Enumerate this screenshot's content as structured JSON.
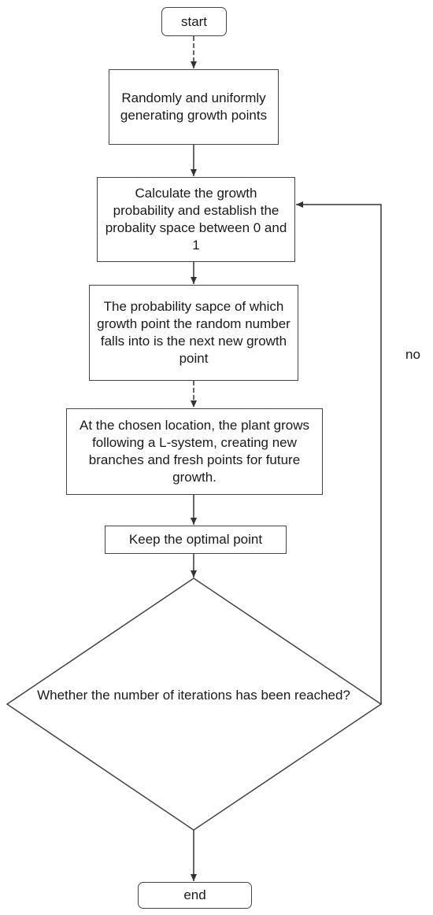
{
  "flowchart": {
    "start": "start",
    "step1": "Randomly and uniformly generating growth points",
    "step2": "Calculate the growth probability and establish the probality space between 0 and 1",
    "step3": "The probability sapce of which growth point the random number falls into is the next new growth point",
    "step4": "At the chosen location, the plant grows following a  L-system, creating new branches and fresh points for future growth.",
    "step5": "Keep the optimal point",
    "decision": "Whether the number of iterations has been reached?",
    "no_label": "no",
    "end": "end"
  }
}
